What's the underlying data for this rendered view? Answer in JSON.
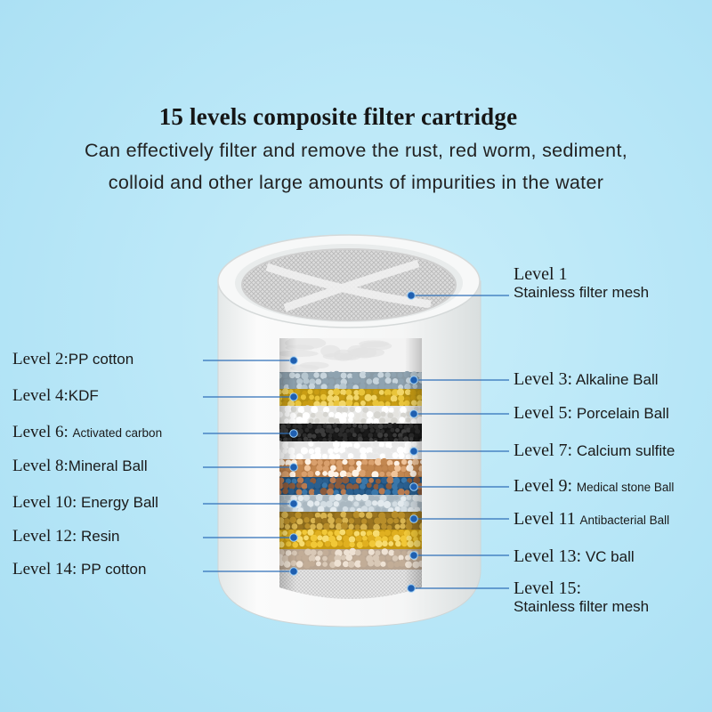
{
  "title": "15 levels composite filter cartridge",
  "subtitle_line1": "Can effectively filter and remove the rust, red worm, sediment,",
  "subtitle_line2": "colloid and other large amounts of impurities in the water",
  "colors": {
    "background": "#b7e6f7",
    "pointer_line": "#2f6fb8",
    "pointer_dot": "#1f5fb0",
    "cartridge_shell": "#f4f6f6"
  },
  "levels": [
    {
      "id": 1,
      "level": "Level 1",
      "name": "Stainless filter mesh",
      "side": "right"
    },
    {
      "id": 2,
      "level": "Level 2:",
      "name": "PP cotton",
      "side": "left"
    },
    {
      "id": 3,
      "level": "Level 3:",
      "name": "Alkaline Ball",
      "side": "right"
    },
    {
      "id": 4,
      "level": "Level 4:",
      "name": "KDF",
      "side": "left"
    },
    {
      "id": 5,
      "level": "Level 5:",
      "name": "Porcelain Ball",
      "side": "right"
    },
    {
      "id": 6,
      "level": "Level 6:",
      "name": "Activated carbon",
      "side": "left"
    },
    {
      "id": 7,
      "level": "Level 7:",
      "name": "Calcium sulfite",
      "side": "right"
    },
    {
      "id": 8,
      "level": "Level 8:",
      "name": "Mineral Ball",
      "side": "left"
    },
    {
      "id": 9,
      "level": "Level 9:",
      "name": "Medical stone Ball",
      "side": "right"
    },
    {
      "id": 10,
      "level": "Level 10:",
      "name": "Energy Ball",
      "side": "left"
    },
    {
      "id": 11,
      "level": "Level 11",
      "name": "Antibacterial Ball",
      "side": "right"
    },
    {
      "id": 12,
      "level": "Level 12:",
      "name": "Resin",
      "side": "left"
    },
    {
      "id": 13,
      "level": "Level 13:",
      "name": "VC ball",
      "side": "right"
    },
    {
      "id": 14,
      "level": "Level 14:",
      "name": "PP cotton",
      "side": "left"
    },
    {
      "id": 15,
      "level": "Level 15:",
      "name": "Stainless filter mesh",
      "side": "right"
    }
  ]
}
